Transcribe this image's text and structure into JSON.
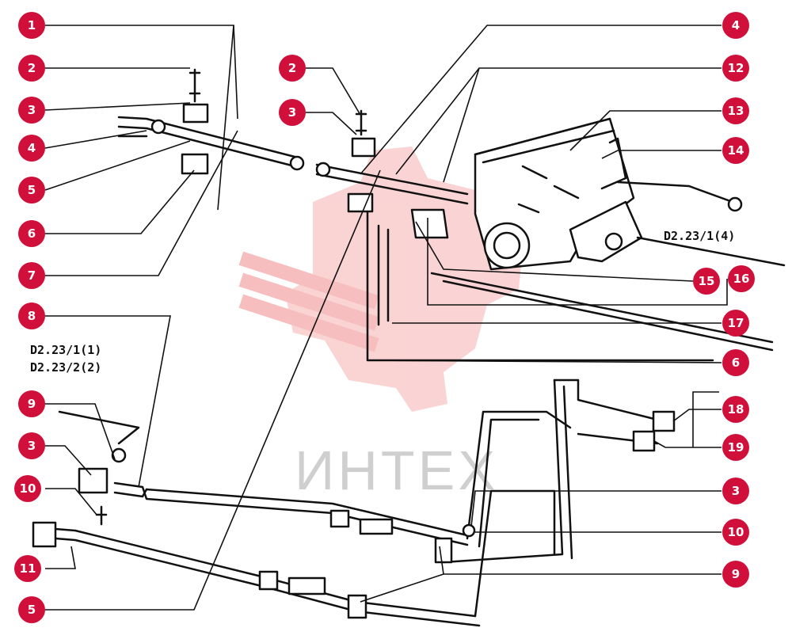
{
  "colors": {
    "badge": "#d0103a",
    "line": "#111111",
    "watermark": "#f08a8a",
    "watermark_text": "#cfcfcf"
  },
  "watermark": {
    "text": "ИНТЕХ"
  },
  "references": {
    "r1": "D2.23/1(4)",
    "r2": "D2.23/1(1)",
    "r3": "D2.23/2(2)"
  },
  "callouts": {
    "c1": "1",
    "c2": "2",
    "c3": "3",
    "c4": "4",
    "c5": "5",
    "c6": "6",
    "c7": "7",
    "c8": "8",
    "c9": "9",
    "c10": "3",
    "c11": "10",
    "c12": "11",
    "c13": "5",
    "c14": "2",
    "c15": "3",
    "c16": "4",
    "c17": "12",
    "c18": "13",
    "c19": "14",
    "c20": "15",
    "c21": "16",
    "c22": "17",
    "c23": "6",
    "c24": "18",
    "c25": "19",
    "c26": "3",
    "c27": "10",
    "c28": "9"
  }
}
